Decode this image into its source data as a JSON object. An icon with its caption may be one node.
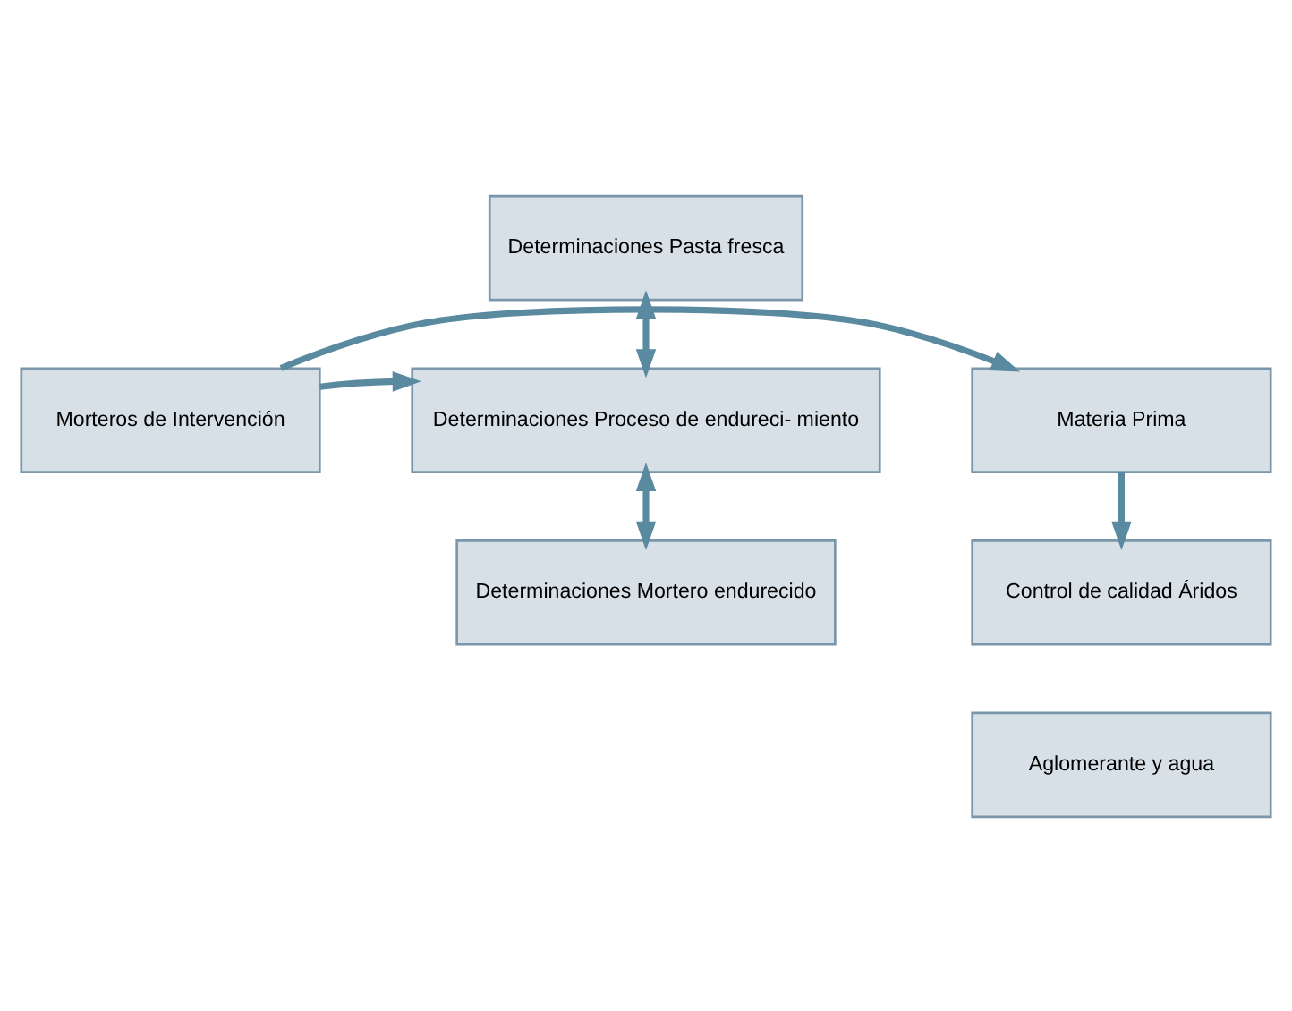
{
  "diagram": {
    "nodes": [
      {
        "text": [
          "Determinaciones Pasta fresca"
        ]
      },
      {
        "text": [
          "Materia Prima"
        ]
      },
      {
        "text": [
          "Morteros de Intervención"
        ]
      },
      {
        "text": [
          "Determinaciones Proceso de endureci- miento"
        ]
      },
      {
        "text": [
          "Control de calidad Áridos"
        ]
      },
      {
        "text": [
          "Determinaciones Mortero endurecido"
        ]
      },
      {
        "text": [
          "Aglomerante y agua"
        ]
      }
    ],
    "edges": [
      {
        "from": 2,
        "to": 1,
        "arrow": "to"
      },
      {
        "from": 2,
        "to": 3,
        "arrow": "to"
      },
      {
        "from": 0,
        "to": 3,
        "arrow": "both"
      },
      {
        "from": 3,
        "to": 5,
        "arrow": "both"
      },
      {
        "from": 1,
        "to": 4,
        "arrow": "to"
      }
    ]
  }
}
